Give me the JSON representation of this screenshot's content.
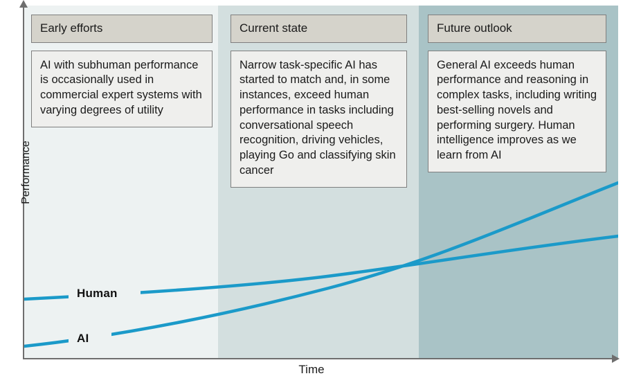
{
  "figure": {
    "axes": {
      "y_label": "Performance",
      "x_label": "Time"
    },
    "series": [
      {
        "key": "human",
        "label": "Human",
        "color": "#1B9AC9"
      },
      {
        "key": "ai",
        "label": "AI",
        "color": "#1B9AC9"
      }
    ],
    "bands": [
      {
        "key": "early",
        "color": "#EDF2F2"
      },
      {
        "key": "current",
        "color": "#D3DFDF"
      },
      {
        "key": "future",
        "color": "#A9C3C6"
      }
    ],
    "panels": [
      {
        "header": "Early efforts",
        "body": "AI with subhuman performance is occasionally used in commercial expert systems with varying degrees of utility"
      },
      {
        "header": "Current state",
        "body": "Narrow task-specific AI has started to match and, in some instances, exceed human performance in tasks including conversational speech recognition, driving vehicles, playing Go and classifying skin cancer"
      },
      {
        "header": "Future outlook",
        "body": "General AI exceeds human performance and reasoning in complex tasks, including writing best-selling novels and performing surgery. Human intelligence improves as we learn from AI"
      }
    ]
  },
  "chart_data": {
    "type": "line",
    "title": "",
    "xlabel": "Time",
    "ylabel": "Performance",
    "xlim": [
      0,
      100
    ],
    "ylim": [
      0,
      100
    ],
    "grid": false,
    "legend": "inline-labels",
    "axis_ticks": false,
    "annotations": [
      "Crossover of AI and Human curves occurs in the 'Current state' band",
      "AI curve ends above Human curve in the 'Future outlook' band"
    ],
    "x": [
      0,
      12.5,
      25,
      37.5,
      50,
      62.5,
      75,
      87.5,
      100
    ],
    "series": [
      {
        "name": "Human",
        "color": "#1B9AC9",
        "values": [
          16,
          17.5,
          19,
          20.5,
          22.5,
          25,
          28.5,
          32.5,
          37
        ]
      },
      {
        "name": "AI",
        "color": "#1B9AC9",
        "values": [
          3,
          6,
          9.5,
          14,
          19.5,
          27,
          36,
          46.5,
          52
        ]
      }
    ],
    "band_regions": [
      {
        "label": "Early efforts",
        "x_start": 0,
        "x_end": 32.6
      },
      {
        "label": "Current state",
        "x_start": 32.6,
        "x_end": 66.4
      },
      {
        "label": "Future outlook",
        "x_start": 66.4,
        "x_end": 100
      }
    ]
  }
}
